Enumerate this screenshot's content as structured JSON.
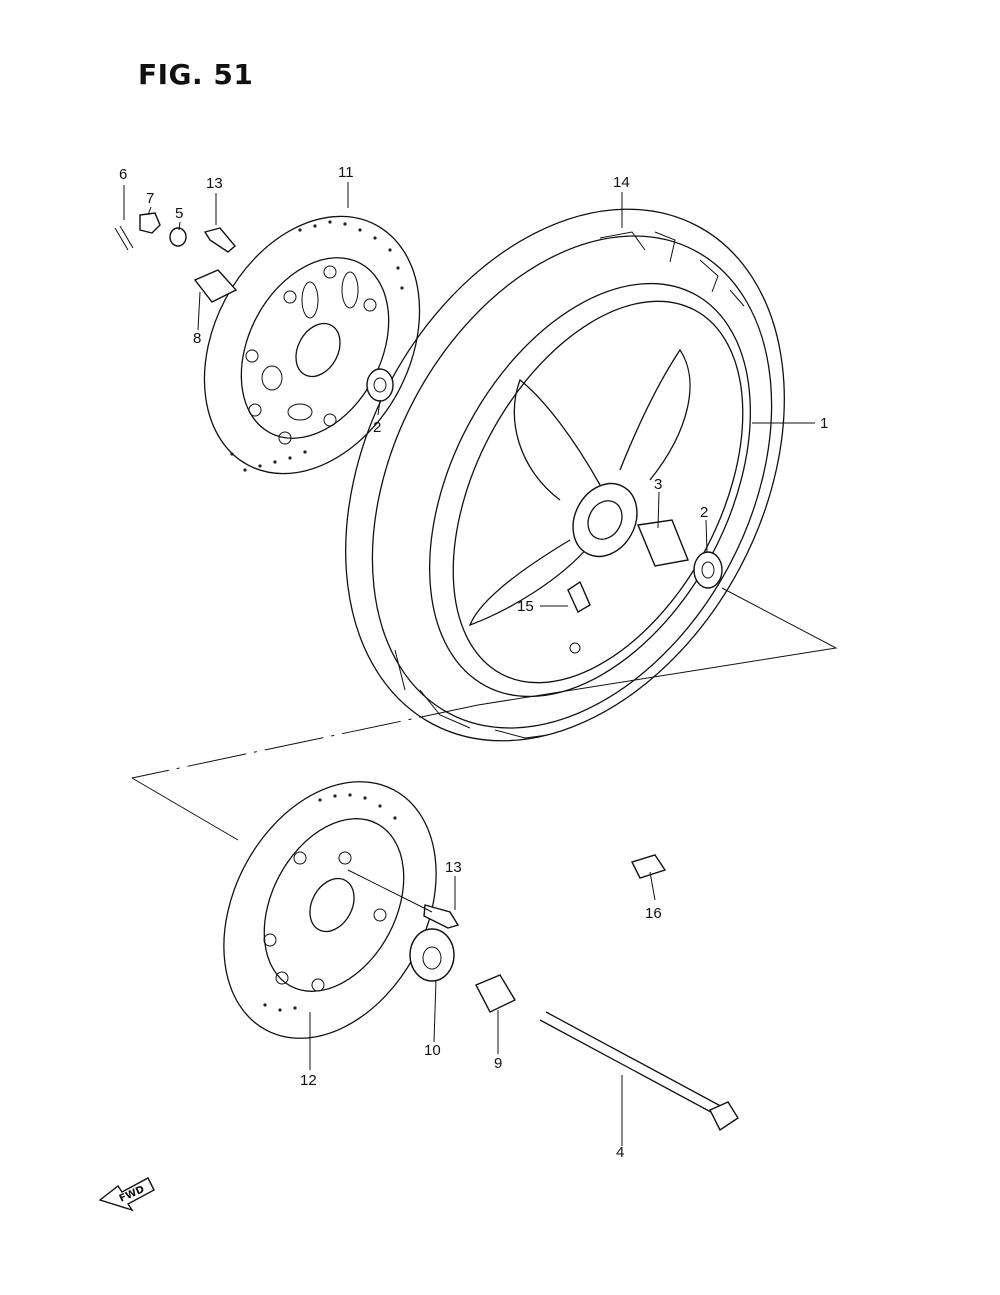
{
  "figure": {
    "title": "FIG. 51"
  },
  "fwd_label": "FWD",
  "callouts": {
    "c1": "1",
    "c2a": "2",
    "c2b": "2",
    "c3": "3",
    "c4": "4",
    "c5": "5",
    "c6": "6",
    "c7": "7",
    "c8": "8",
    "c9": "9",
    "c10": "10",
    "c11": "11",
    "c12": "12",
    "c13a": "13",
    "c13b": "13",
    "c14": "14",
    "c15": "15",
    "c16": "16"
  }
}
